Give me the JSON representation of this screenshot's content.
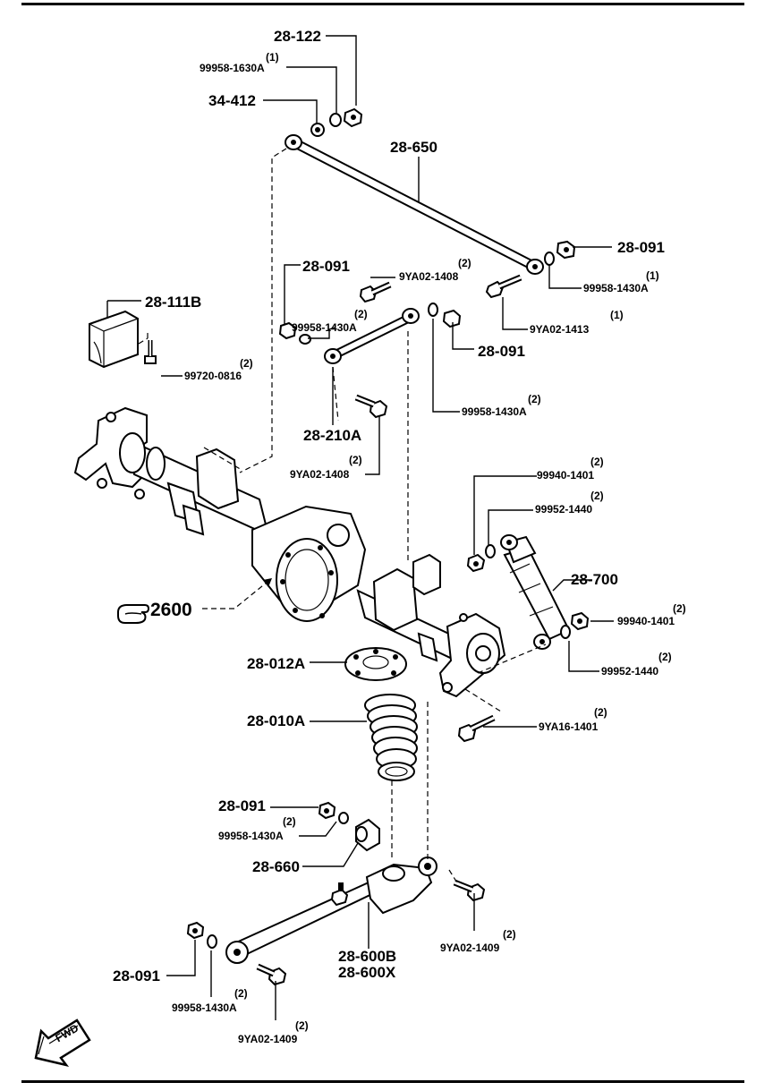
{
  "diagram": {
    "ref_main": "2600",
    "fwd_label": "FWD",
    "labels": [
      {
        "id": "l1",
        "text": "28-122",
        "qty": ""
      },
      {
        "id": "l2",
        "text": "99958-1630A",
        "qty": "(1)"
      },
      {
        "id": "l3",
        "text": "34-412",
        "qty": ""
      },
      {
        "id": "l4",
        "text": "28-650",
        "qty": ""
      },
      {
        "id": "l5",
        "text": "28-091",
        "qty": ""
      },
      {
        "id": "l6",
        "text": "99958-1430A",
        "qty": "(1)"
      },
      {
        "id": "l7",
        "text": "9YA02-1413",
        "qty": "(1)"
      },
      {
        "id": "l8",
        "text": "28-091",
        "qty": ""
      },
      {
        "id": "l9",
        "text": "9YA02-1408",
        "qty": "(2)"
      },
      {
        "id": "l10",
        "text": "28-111B",
        "qty": ""
      },
      {
        "id": "l11",
        "text": "99958-1430A",
        "qty": "(2)"
      },
      {
        "id": "l12",
        "text": "99720-0816",
        "qty": "(2)"
      },
      {
        "id": "l13",
        "text": "28-091",
        "qty": ""
      },
      {
        "id": "l14",
        "text": "99958-1430A",
        "qty": "(2)"
      },
      {
        "id": "l15",
        "text": "28-210A",
        "qty": ""
      },
      {
        "id": "l16",
        "text": "9YA02-1408",
        "qty": "(2)"
      },
      {
        "id": "l17",
        "text": "99940-1401",
        "qty": "(2)"
      },
      {
        "id": "l18",
        "text": "99952-1440",
        "qty": "(2)"
      },
      {
        "id": "l19",
        "text": "28-700",
        "qty": ""
      },
      {
        "id": "l20",
        "text": "99940-1401",
        "qty": "(2)"
      },
      {
        "id": "l21",
        "text": "99952-1440",
        "qty": "(2)"
      },
      {
        "id": "l22",
        "text": "28-012A",
        "qty": ""
      },
      {
        "id": "l23",
        "text": "28-010A",
        "qty": ""
      },
      {
        "id": "l24",
        "text": "9YA16-1401",
        "qty": "(2)"
      },
      {
        "id": "l25",
        "text": "28-091",
        "qty": ""
      },
      {
        "id": "l26",
        "text": "99958-1430A",
        "qty": "(2)"
      },
      {
        "id": "l27",
        "text": "28-660",
        "qty": ""
      },
      {
        "id": "l28",
        "text": "9YA02-1409",
        "qty": "(2)"
      },
      {
        "id": "l29",
        "text": "28-600B",
        "qty": ""
      },
      {
        "id": "l30",
        "text": "28-600X",
        "qty": ""
      },
      {
        "id": "l31",
        "text": "28-091",
        "qty": ""
      },
      {
        "id": "l32",
        "text": "99958-1430A",
        "qty": "(2)"
      },
      {
        "id": "l33",
        "text": "9YA02-1409",
        "qty": "(2)"
      }
    ]
  }
}
